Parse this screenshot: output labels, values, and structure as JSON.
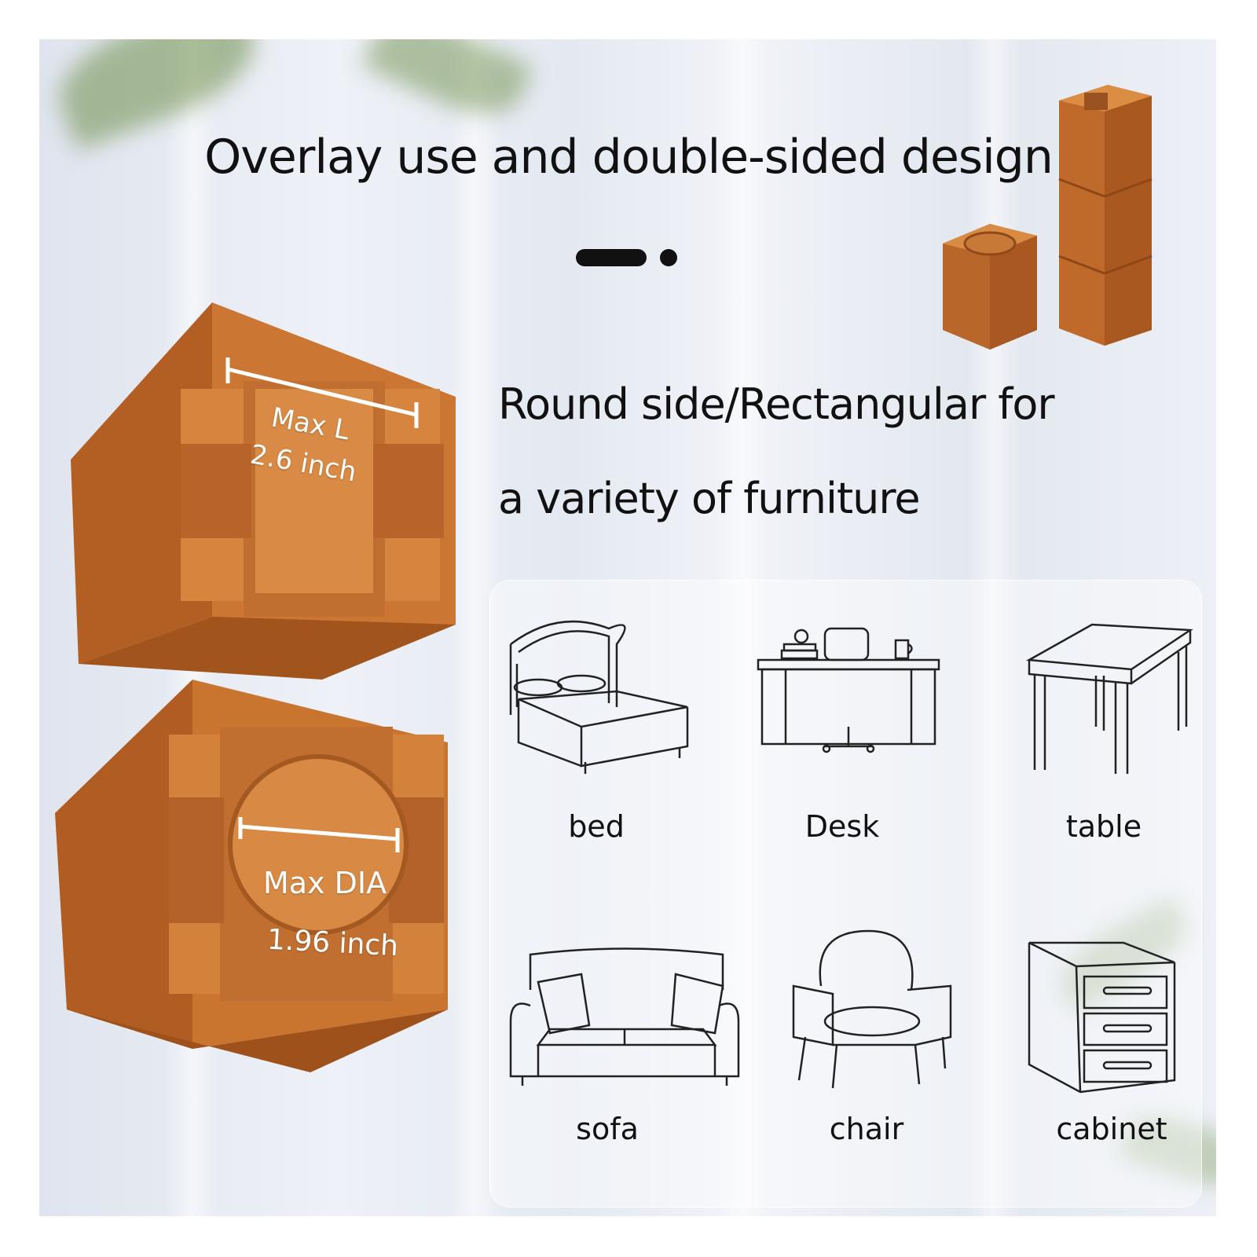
{
  "title": "Overlay use and double-sided design",
  "subtitle_line1": "Round side/Rectangular for",
  "subtitle_line2": "a variety of  furniture",
  "measurements": {
    "rect_label": "Max L",
    "rect_value": "2.6 inch",
    "round_label": "Max DIA",
    "round_value": "1.96 inch"
  },
  "furniture": [
    {
      "label": "bed",
      "icon": "bed-icon"
    },
    {
      "label": "Desk",
      "icon": "desk-icon"
    },
    {
      "label": "table",
      "icon": "table-icon"
    },
    {
      "label": "sofa",
      "icon": "sofa-icon"
    },
    {
      "label": "chair",
      "icon": "chair-icon"
    },
    {
      "label": "cabinet",
      "icon": "cabinet-icon"
    }
  ],
  "colors": {
    "wood": "#c9732f",
    "wood_dark": "#9a5220",
    "wood_light": "#dd8d46",
    "text": "#111111"
  }
}
